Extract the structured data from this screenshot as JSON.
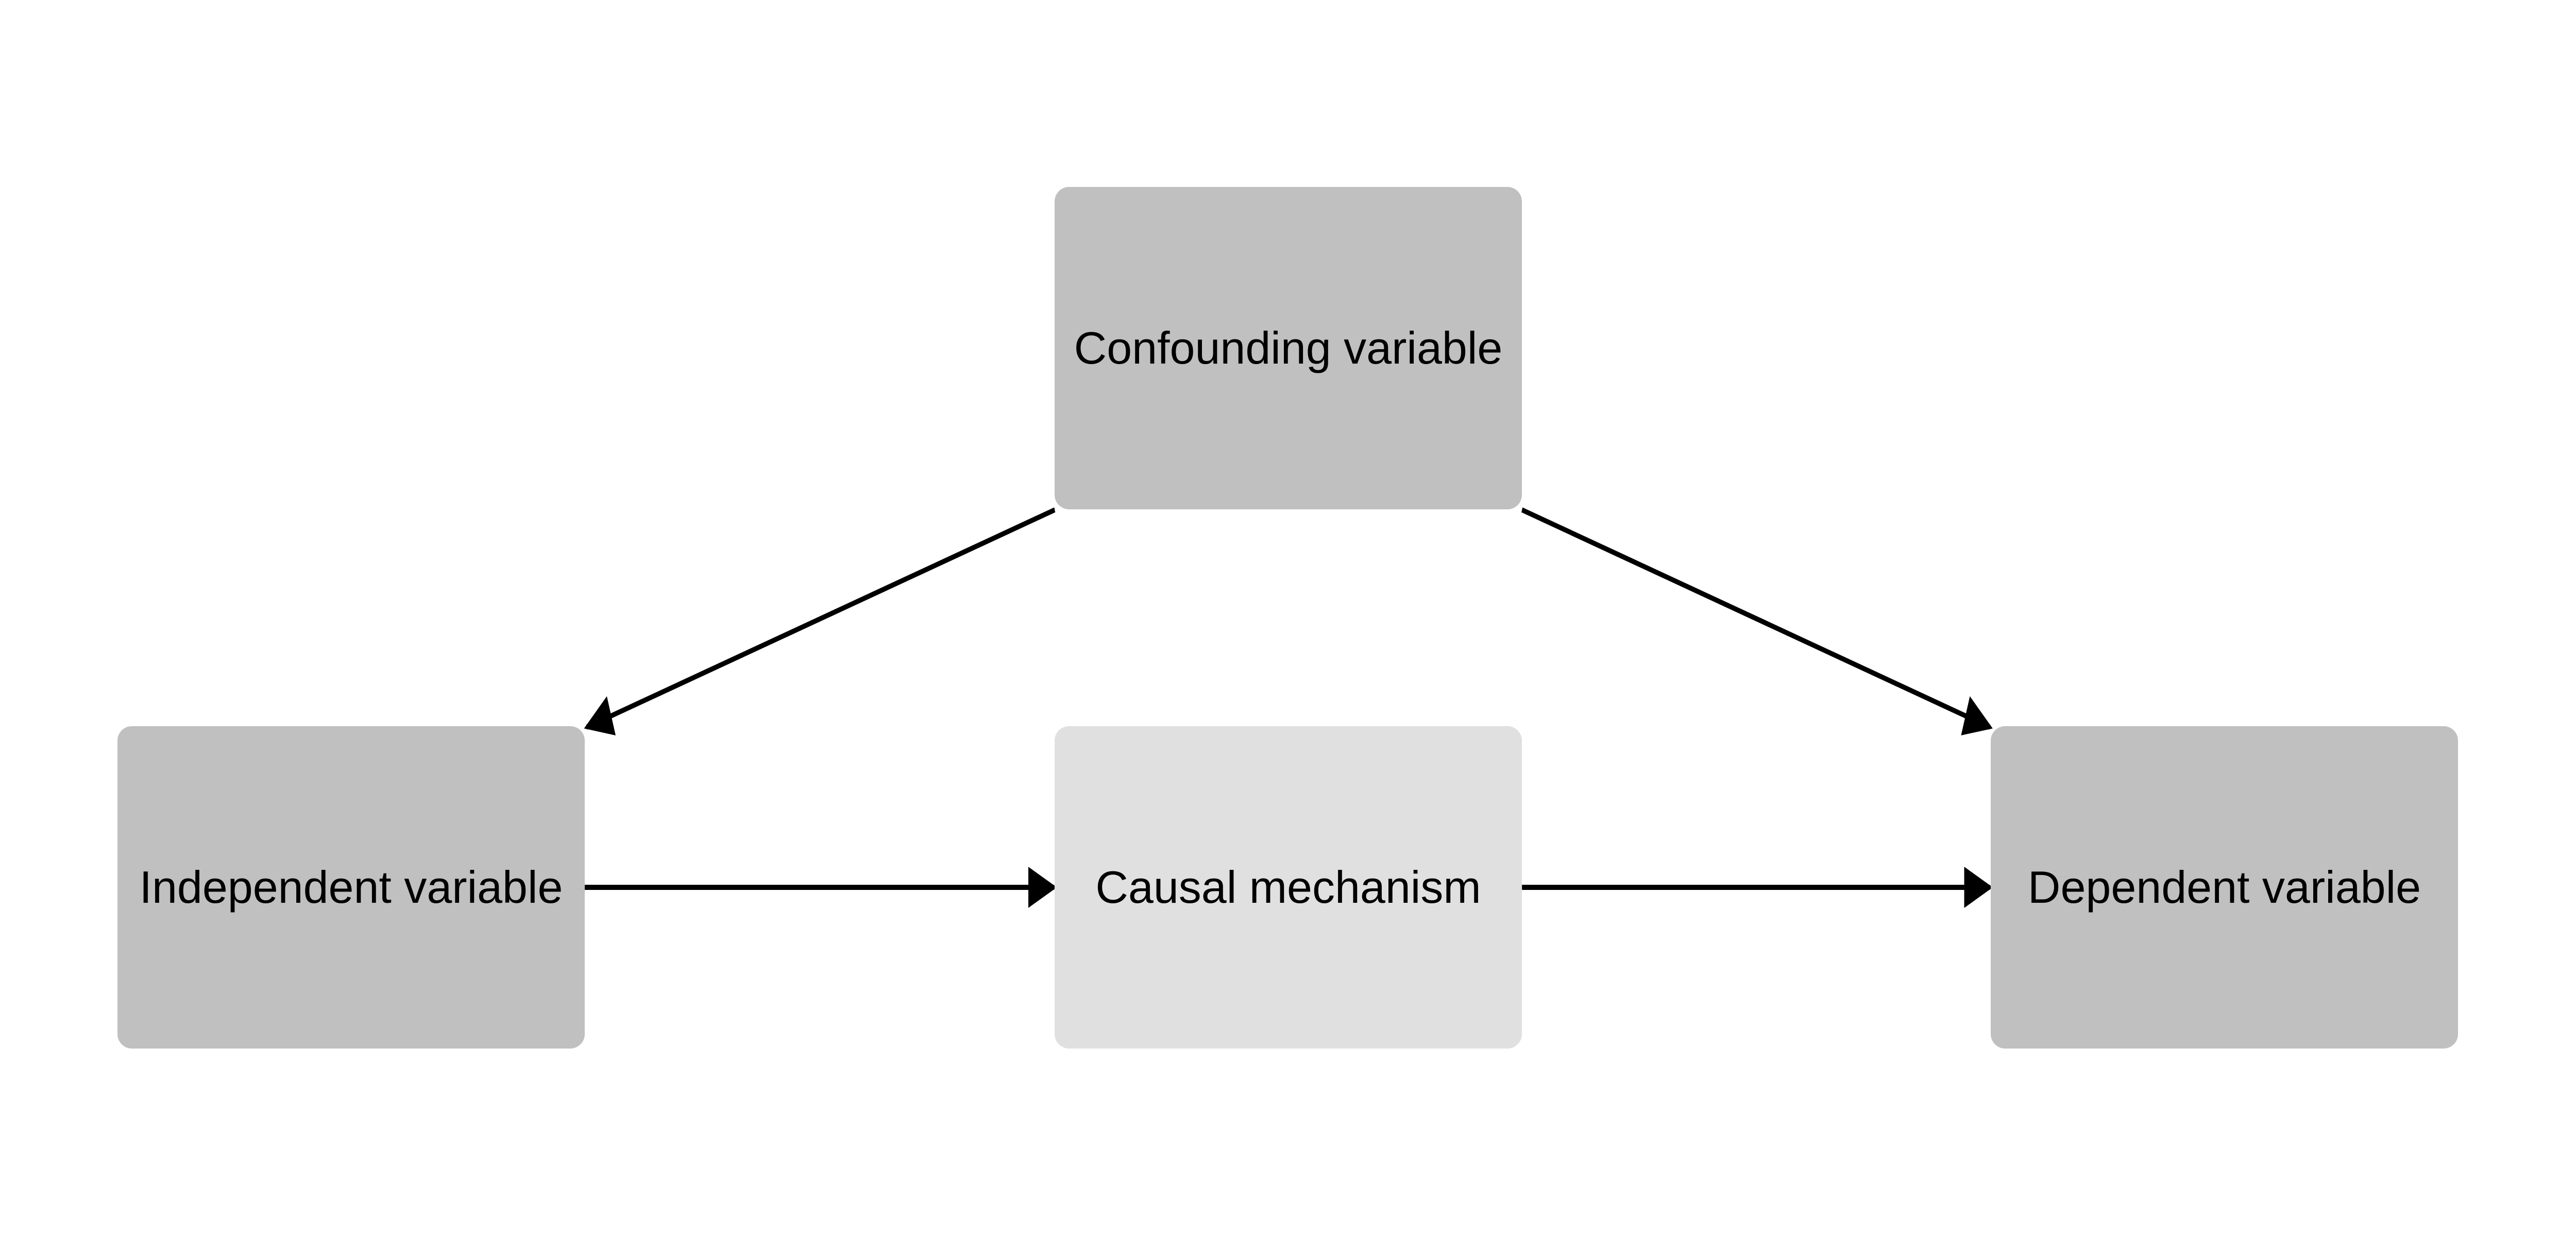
{
  "nodes": {
    "confounding": {
      "label": "Confounding variable",
      "color": "#c0c0c0"
    },
    "independent": {
      "label": "Independent variable",
      "color": "#c0c0c0"
    },
    "mechanism": {
      "label": "Causal mechanism",
      "color": "#e0e0e0"
    },
    "dependent": {
      "label": "Dependent variable",
      "color": "#c0c0c0"
    }
  },
  "edges": [
    {
      "from": "confounding",
      "to": "independent"
    },
    {
      "from": "confounding",
      "to": "dependent"
    },
    {
      "from": "independent",
      "to": "mechanism"
    },
    {
      "from": "mechanism",
      "to": "dependent"
    }
  ],
  "edge_color": "#000000"
}
